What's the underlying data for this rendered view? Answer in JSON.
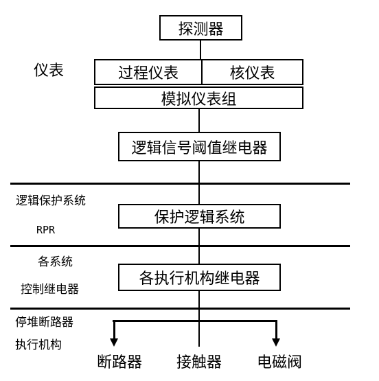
{
  "boxes": {
    "detector": "探测器",
    "process_instrument": "过程仪表",
    "nuclear_instrument": "核仪表",
    "analog_group": "模拟仪表组",
    "logic_relay": "逻辑信号阈值继电器",
    "protection_system": "保护逻辑系统",
    "actuator_relay": "各执行机构继电器"
  },
  "side_labels": {
    "instruments": "仪表",
    "logic_protection": "逻辑保护系统",
    "rpr": "RPR",
    "each_system": "各系统",
    "control_relay": "控制继电器",
    "trip_breaker": "停堆断路器",
    "actuators": "执行机构"
  },
  "outputs": {
    "breaker": "断路器",
    "contactor": "接触器",
    "solenoid_valve": "电磁阀"
  }
}
